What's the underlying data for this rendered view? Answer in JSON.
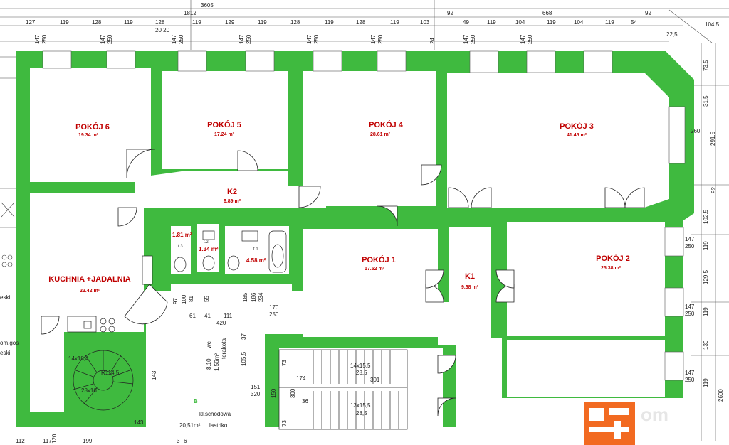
{
  "rooms": [
    {
      "id": "pokoj6",
      "name": "POKÓJ 6",
      "area": "19.34 m²"
    },
    {
      "id": "pokoj5",
      "name": "POKÓJ 5",
      "area": "17.24 m²"
    },
    {
      "id": "pokoj4",
      "name": "POKÓJ 4",
      "area": "28.61 m²"
    },
    {
      "id": "pokoj3",
      "name": "POKÓJ 3",
      "area": "41.45 m²"
    },
    {
      "id": "k2",
      "name": "K2",
      "area": "6.89 m²"
    },
    {
      "id": "pokoj1",
      "name": "POKÓJ 1",
      "area": "17.52 m²"
    },
    {
      "id": "k1",
      "name": "K1",
      "area": "9.68 m²"
    },
    {
      "id": "pokoj2",
      "name": "POKÓJ 2",
      "area": "25.38 m²"
    },
    {
      "id": "kuchnia",
      "name": "KUCHNIA +JADALNIA",
      "area": "22.42 m²"
    }
  ],
  "small_rooms": [
    {
      "id": "wc1",
      "area": "1.81 m²",
      "code": "t.3"
    },
    {
      "id": "wc2",
      "area": "1.34 m²",
      "code": "t.2"
    },
    {
      "id": "bath",
      "area": "4.58 m²",
      "code": "t.1"
    }
  ],
  "top_dims": [
    "3605",
    "1812",
    "668",
    "127",
    "119",
    "128",
    "119",
    "128",
    "20 20",
    "119",
    "129",
    "119",
    "128",
    "119",
    "128",
    "119",
    "103",
    "92",
    "49",
    "119",
    "104",
    "119",
    "104",
    "119",
    "54",
    "92",
    "147",
    "250",
    "147",
    "250",
    "147",
    "250",
    "147",
    "250",
    "147",
    "250",
    "147",
    "250",
    "147",
    "250",
    "147",
    "250",
    "24",
    "22,5",
    "104,5"
  ],
  "right_dims": [
    "73,5",
    "31,5",
    "260",
    "291,5",
    "92",
    "102,5",
    "147",
    "250",
    "119",
    "129,5",
    "147",
    "250",
    "119",
    "130",
    "147",
    "250",
    "119",
    "2600"
  ],
  "stair_dims": [
    "73",
    "174",
    "14x15,5",
    "28,5",
    "301",
    "36",
    "13x15,5",
    "28,5",
    "73",
    "300",
    "150",
    "151",
    "320",
    "105,5",
    "37",
    "420",
    "8,10",
    "1,56m²",
    "wc",
    "terakota",
    "111",
    "41",
    "61",
    "55",
    "185",
    "170",
    "250",
    "186",
    "234",
    "97",
    "100",
    "81",
    "143",
    "143"
  ],
  "stair_notes": {
    "label": "kl.schodowa",
    "area": "20,51m²",
    "floor": "lastriko",
    "mark": "B",
    "spiral": "R114,5",
    "steps_a": "14x18,4",
    "steps_b": "28x16"
  },
  "left_notes": [
    "om.gos",
    "eski",
    "eski"
  ],
  "bottom_dims": [
    "112",
    "117",
    "120",
    "199",
    "3",
    "6"
  ],
  "logo_text": "om",
  "colors": {
    "wall": "#3fba3f",
    "room": "#ffffff",
    "text": "#c00000",
    "logo": "#f26a21"
  }
}
